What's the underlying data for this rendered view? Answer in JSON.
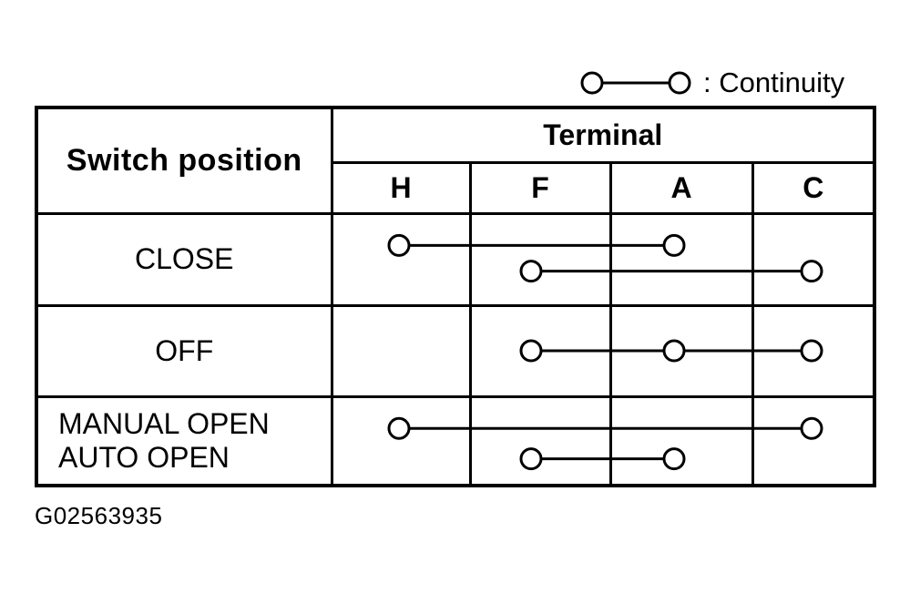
{
  "legend": {
    "label": ": Continuity"
  },
  "figure_code": "G02563935",
  "table": {
    "header_left": "Switch position",
    "header_group": "Terminal",
    "terminals": [
      "H",
      "F",
      "A",
      "C"
    ],
    "rows": [
      {
        "labels": [
          "CLOSE"
        ],
        "align": "center",
        "links": [
          {
            "terminals": [
              "H",
              "A"
            ],
            "level": 0.35
          },
          {
            "terminals": [
              "F",
              "C"
            ],
            "level": 0.63
          }
        ]
      },
      {
        "labels": [
          "OFF"
        ],
        "align": "center",
        "links": [
          {
            "terminals": [
              "F",
              "A",
              "C"
            ],
            "level": 0.5
          }
        ]
      },
      {
        "labels": [
          "MANUAL OPEN",
          "AUTO OPEN"
        ],
        "align": "left",
        "links": [
          {
            "terminals": [
              "H",
              "C"
            ],
            "level": 0.36
          },
          {
            "terminals": [
              "F",
              "A"
            ],
            "level": 0.7
          }
        ]
      }
    ]
  }
}
